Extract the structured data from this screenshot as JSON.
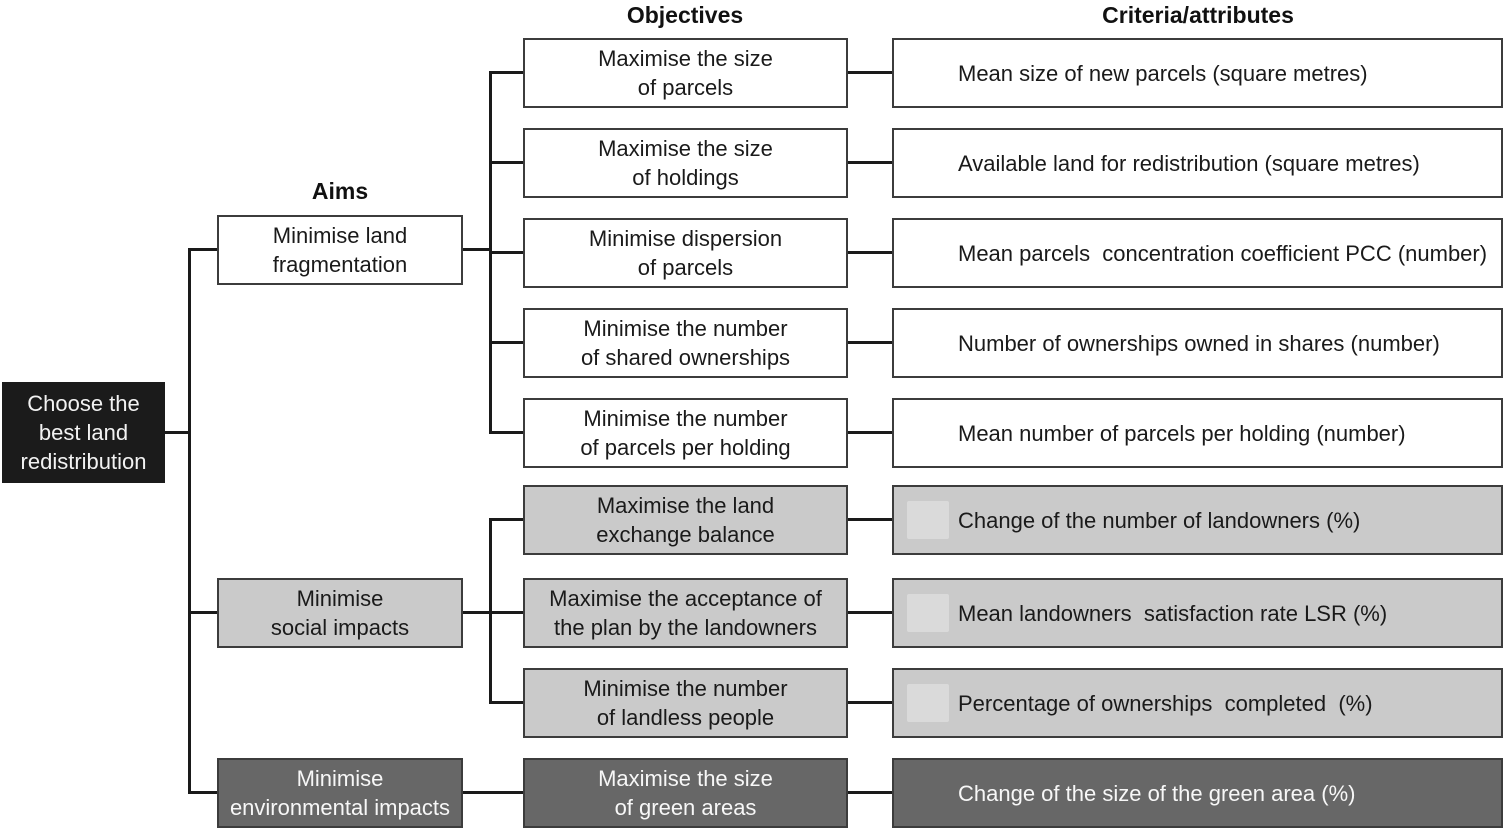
{
  "headers": {
    "aims": "Aims",
    "objectives": "Objectives",
    "criteria": "Criteria/attributes"
  },
  "root": {
    "label": "Choose the\nbest land\nredistribution"
  },
  "aims": [
    {
      "label": "Minimise land\nfragmentation",
      "tone": "white"
    },
    {
      "label": "Minimise\nsocial impacts",
      "tone": "light"
    },
    {
      "label": "Minimise\nenvironmental impacts",
      "tone": "dark"
    }
  ],
  "rows": [
    {
      "objective": "Maximise the size\nof parcels",
      "criteria": "Mean size of new parcels (square metres)",
      "tone": "white"
    },
    {
      "objective": "Maximise the size\nof holdings",
      "criteria": "Available land for redistribution (square metres)",
      "tone": "white"
    },
    {
      "objective": "Minimise dispersion\nof parcels",
      "criteria": "Mean parcels  concentration coefficient PCC (number)",
      "tone": "white"
    },
    {
      "objective": "Minimise the number\nof shared ownerships",
      "criteria": "Number of ownerships owned in shares (number)",
      "tone": "white"
    },
    {
      "objective": "Minimise the number\nof parcels per holding",
      "criteria": "Mean number of parcels per holding (number)",
      "tone": "white"
    },
    {
      "objective": "Maximise the land\nexchange balance",
      "criteria": "Change of the number of landowners (%)",
      "tone": "light"
    },
    {
      "objective": "Maximise the acceptance of\nthe plan by the landowners",
      "criteria": "Mean landowners  satisfaction rate LSR (%)",
      "tone": "light"
    },
    {
      "objective": "Minimise the number\nof landless people",
      "criteria": "Percentage of ownerships  completed  (%)",
      "tone": "light"
    },
    {
      "objective": "Maximise the size\nof green areas",
      "criteria": "Change of the size of the green area (%)",
      "tone": "dark"
    }
  ],
  "colors": {
    "box_light": "#cacaca",
    "box_dark": "#676767",
    "root_bg": "#1b1b1b",
    "border": "#3c3c3c",
    "line": "#1a1a1a"
  }
}
